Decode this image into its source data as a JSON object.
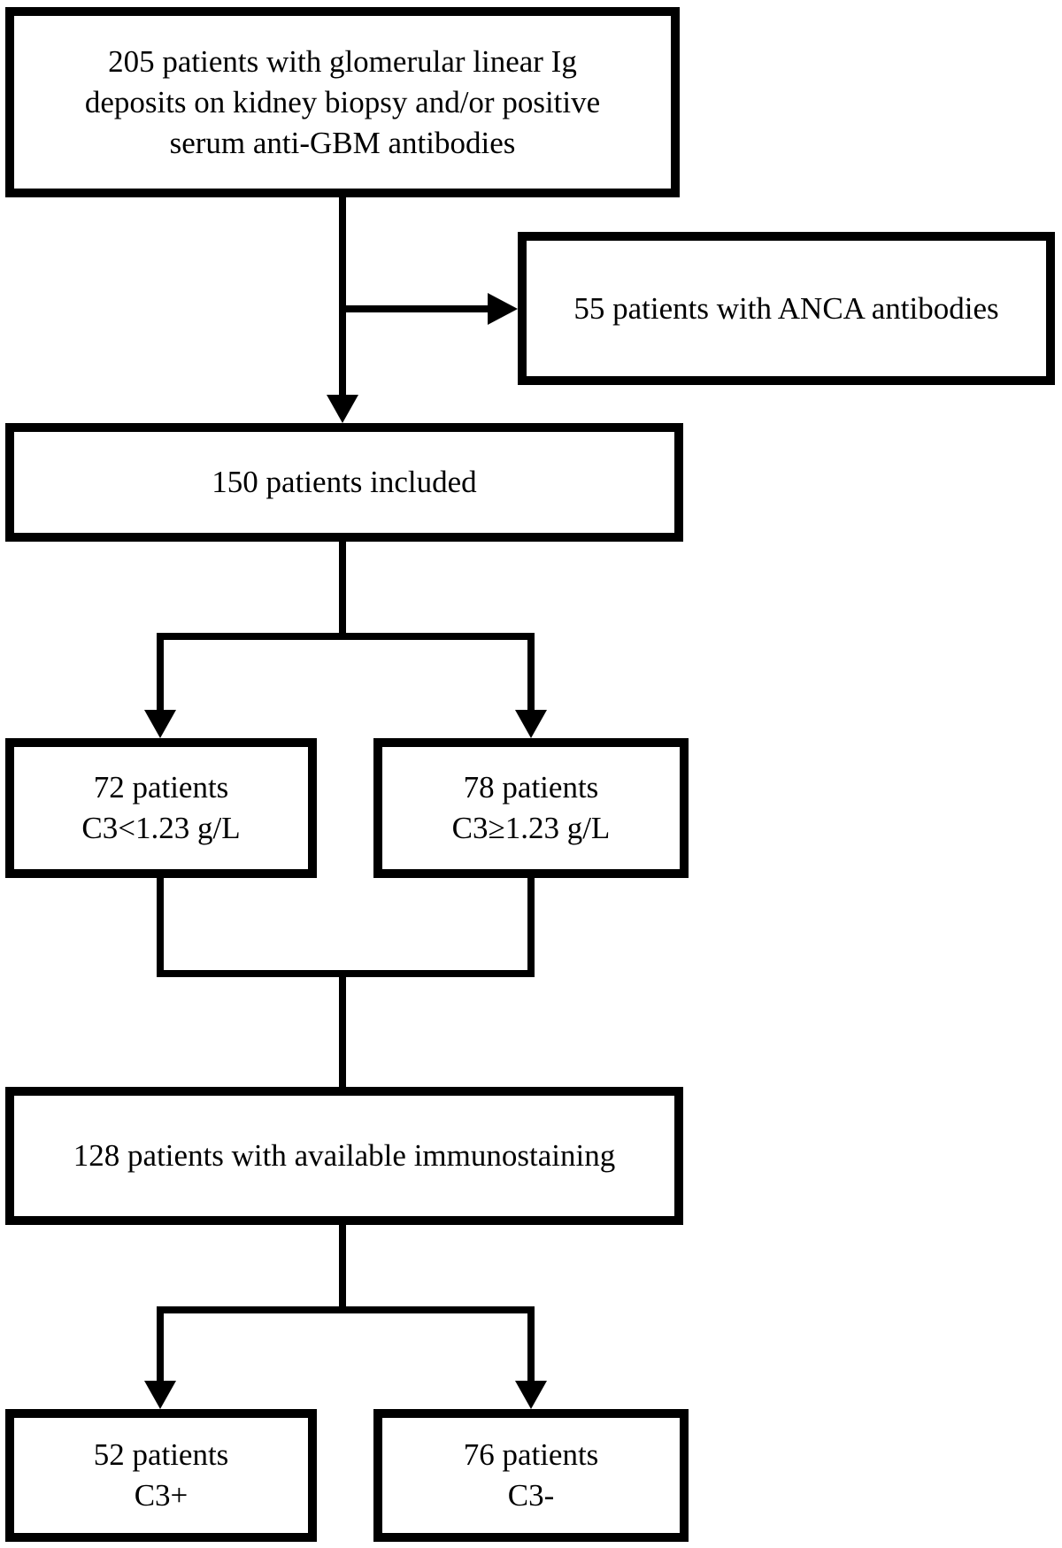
{
  "diagram": {
    "type": "flowchart",
    "colors": {
      "line": "#000000",
      "box_border": "#000000",
      "background": "#ffffff",
      "text": "#000000"
    },
    "boxes": {
      "b205": {
        "text": "205 patients with glomerular linear Ig\ndeposits on kidney biopsy and/or positive\nserum anti-GBM antibodies"
      },
      "anca": {
        "text": "55 patients with ANCA antibodies"
      },
      "b150": {
        "text": "150 patients included"
      },
      "b72": {
        "text": "72 patients\nC3<1.23 g/L"
      },
      "b78": {
        "text": "78 patients\nC3≥1.23 g/L"
      },
      "b128": {
        "text": "128 patients with available immunostaining"
      },
      "b52": {
        "text": "52 patients\nC3+"
      },
      "b76": {
        "text": "76 patients\nC3-"
      }
    },
    "flow": [
      {
        "from": "b205",
        "to": "anca",
        "style": "side-exclusion-arrow"
      },
      {
        "from": "b205",
        "to": "b150",
        "style": "arrow"
      },
      {
        "from": "b150",
        "to": "b72",
        "style": "arrow"
      },
      {
        "from": "b150",
        "to": "b78",
        "style": "arrow"
      },
      {
        "from": "b72",
        "to": "b128",
        "style": "merge-line"
      },
      {
        "from": "b78",
        "to": "b128",
        "style": "merge-line"
      },
      {
        "from": "b128",
        "to": "b52",
        "style": "arrow"
      },
      {
        "from": "b128",
        "to": "b76",
        "style": "arrow"
      }
    ]
  }
}
